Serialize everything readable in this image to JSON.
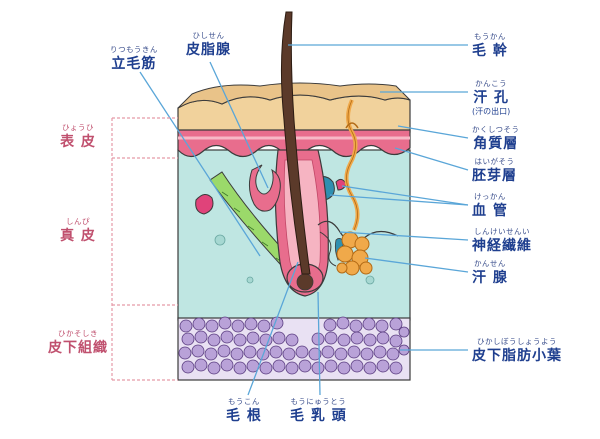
{
  "labels": {
    "hair_shaft": {
      "ruby": "もうかん",
      "text": "毛 幹"
    },
    "sweat_pore": {
      "ruby": "かんこう",
      "text": "汗 孔",
      "sub": "(汗の出口)"
    },
    "stratum_corneum": {
      "ruby": "かくしつそう",
      "text": "角質層"
    },
    "stratum_basale": {
      "ruby": "はいがそう",
      "text": "胚芽層"
    },
    "blood_vessel": {
      "ruby": "けっかん",
      "text": "血 管"
    },
    "nerve_fiber": {
      "ruby": "しんけいせんい",
      "text": "神経繊維"
    },
    "sweat_gland": {
      "ruby": "かんせん",
      "text": "汗 腺"
    },
    "fat_lobule": {
      "ruby": "ひかしぼうしょうよう",
      "text": "皮下脂肪小葉"
    },
    "arrector_pili": {
      "ruby": "りつもうきん",
      "text": "立毛筋"
    },
    "sebaceous_gland": {
      "ruby": "ひしせん",
      "text": "皮脂腺"
    },
    "hair_root": {
      "ruby": "もうこん",
      "text": "毛 根"
    },
    "dermal_papilla": {
      "ruby": "もうにゅうとう",
      "text": "毛 乳 頭"
    }
  },
  "layers": {
    "epidermis": {
      "ruby": "ひょうひ",
      "text": "表 皮"
    },
    "dermis": {
      "ruby": "しんぴ",
      "text": "真 皮"
    },
    "subcutis": {
      "ruby": "ひかそしき",
      "text": "皮下組織"
    }
  },
  "colors": {
    "leader": "#5aa6d8",
    "label": "#1f3f8f",
    "layer_label": "#c0506e",
    "bracket": "#e59aa8",
    "dermis": "#bfe6e2",
    "epidermis_top": "#f1d29c",
    "epidermis_pink": "#e86d8d",
    "fat": "#b9a2d8",
    "hair": "#5b3a2a",
    "muscle": "#9bd96a",
    "gland": "#f0a94a"
  }
}
